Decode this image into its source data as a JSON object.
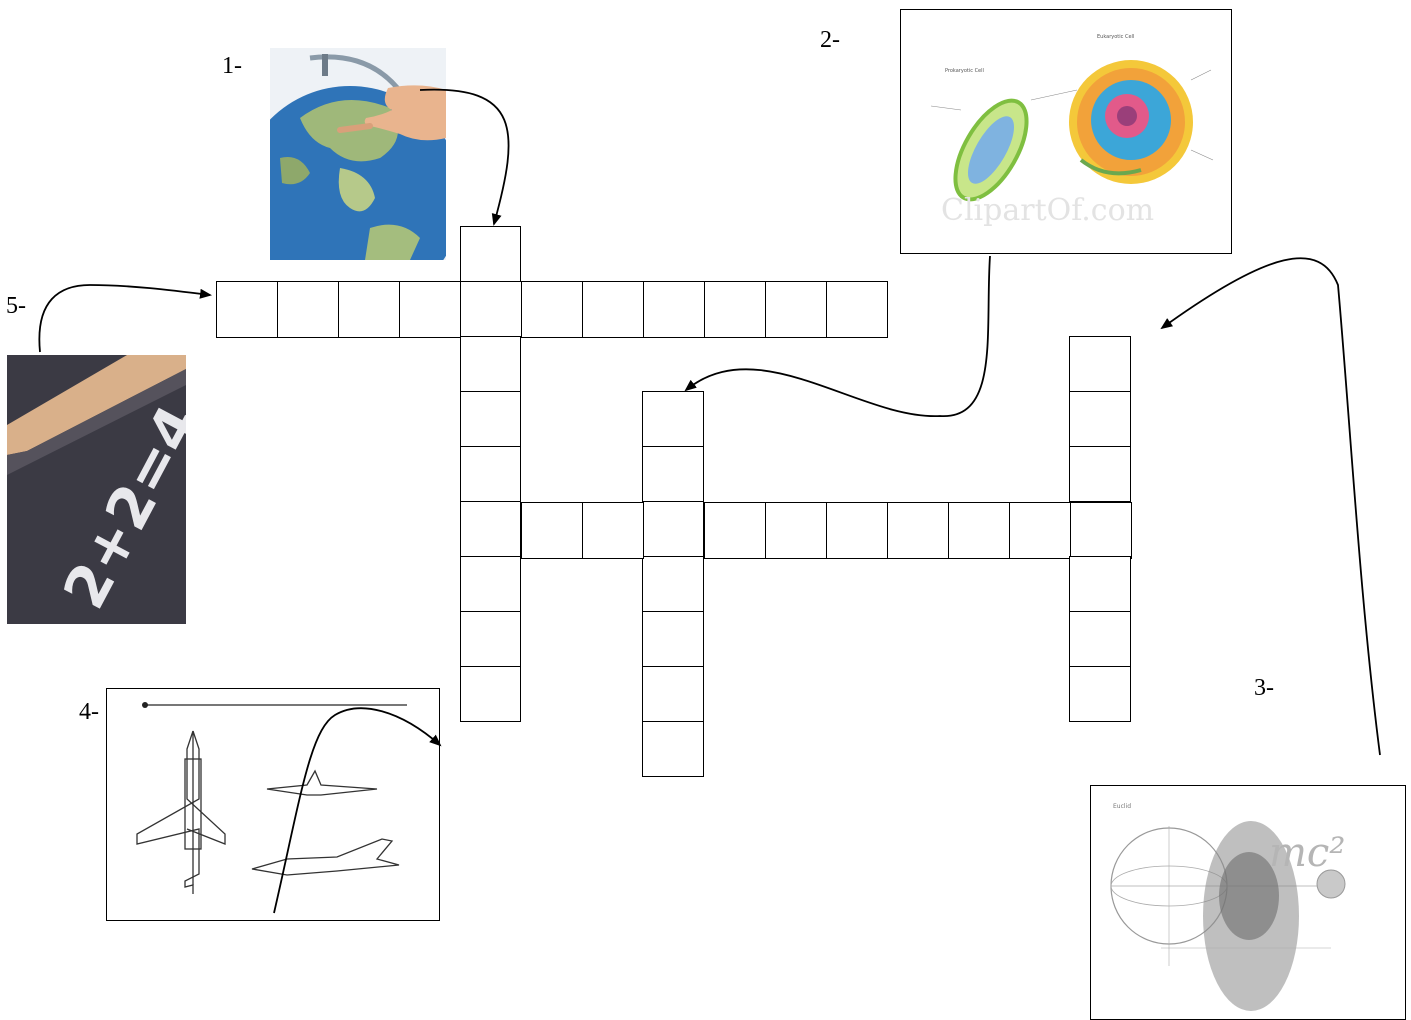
{
  "clues": [
    {
      "id": 1,
      "label": "1-",
      "icon": "globe-icon"
    },
    {
      "id": 2,
      "label": "2-",
      "icon": "cell-diagram-icon"
    },
    {
      "id": 3,
      "label": "3-",
      "icon": "einstein-equation-icon"
    },
    {
      "id": 4,
      "label": "4-",
      "icon": "jet-aircraft-icon"
    },
    {
      "id": 5,
      "label": "5-",
      "icon": "chalkboard-math-icon"
    }
  ],
  "cell_diagram": {
    "left_caption": "Prokaryotic Cell",
    "right_caption": "Eukaryotic Cell",
    "watermark": "ClipartOf.com"
  },
  "chalkboard": {
    "text": "2+2=4"
  },
  "einstein": {
    "caption": "Euclid",
    "formula": "mc²"
  },
  "words": {
    "word_1": {
      "direction": "down",
      "length": 9
    },
    "word_2": {
      "direction": "down",
      "length": 7
    },
    "word_3": {
      "direction": "down",
      "length": 7
    },
    "word_4": {
      "direction": "across",
      "length": 11
    },
    "word_5": {
      "direction": "across",
      "length": 11
    }
  },
  "colors": {
    "ink": "#000000",
    "globe_blue": "#2f74b8",
    "board": "#3b3a44",
    "cell_orange": "#f2a23a"
  }
}
